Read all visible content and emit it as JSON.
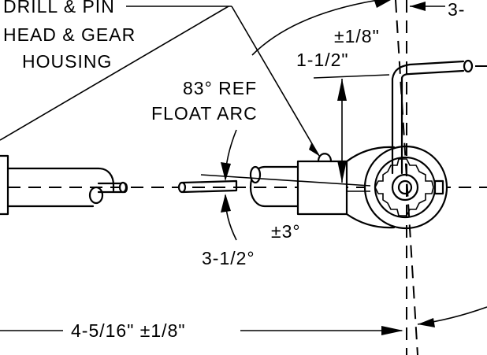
{
  "labels": {
    "drill_pin_1": "DRILL & PIN",
    "drill_pin_2": "HEAD & GEAR",
    "drill_pin_3": "HOUSING",
    "tolerance_top_right": "±1/8\"",
    "dim_top_right": "3-",
    "dim_vertical": "1-1/2\"",
    "ref_arc_1": "83° REF",
    "ref_arc_2": "FLOAT ARC",
    "angle_tol": "±3°",
    "angle_dim": "3-1/2°",
    "dim_horizontal": "4-5/16\" ±1/8\""
  }
}
